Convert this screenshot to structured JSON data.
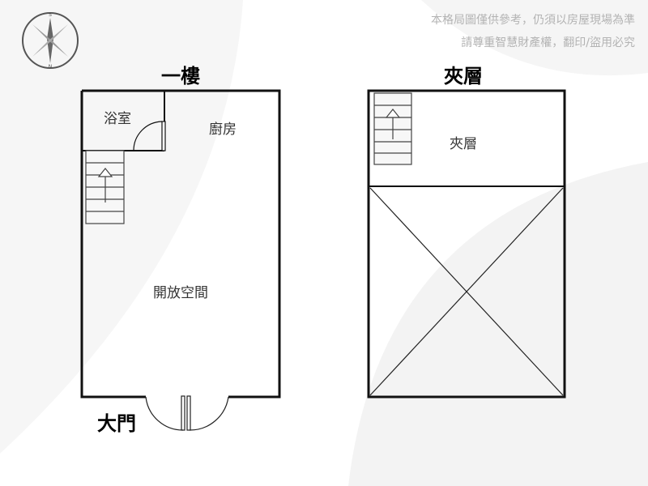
{
  "disclaimer": {
    "line1": "本格局圖僅供參考，仍須以房屋現場為準",
    "line2": "請尊重智慧財產權，翻印/盜用必究"
  },
  "compass": {
    "north_label": "N",
    "south_label": "S"
  },
  "floor1": {
    "title": "一樓",
    "rooms": {
      "bathroom": "浴室",
      "kitchen": "廚房",
      "open_space": "開放空間"
    },
    "entrance": "大門"
  },
  "mezzanine": {
    "title": "夾層",
    "rooms": {
      "mezzanine_area": "夾層"
    }
  },
  "colors": {
    "wall": "#111111",
    "stair_fill": "#f2f2f2",
    "background_blob": "#f4f4f4"
  }
}
